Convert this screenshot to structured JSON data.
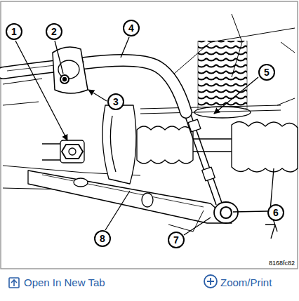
{
  "diagram": {
    "nodes": [
      {
        "text": [
          "1"
        ]
      },
      {
        "text": [
          "2"
        ]
      },
      {
        "text": [
          "3"
        ]
      },
      {
        "text": [
          "4"
        ]
      },
      {
        "text": [
          "5"
        ]
      },
      {
        "text": [
          "6"
        ]
      },
      {
        "text": [
          "7"
        ]
      },
      {
        "text": [
          "8"
        ]
      }
    ],
    "labels": [
      "8168fc82",
      "Open In New Tab",
      "Zoom/Print"
    ]
  }
}
